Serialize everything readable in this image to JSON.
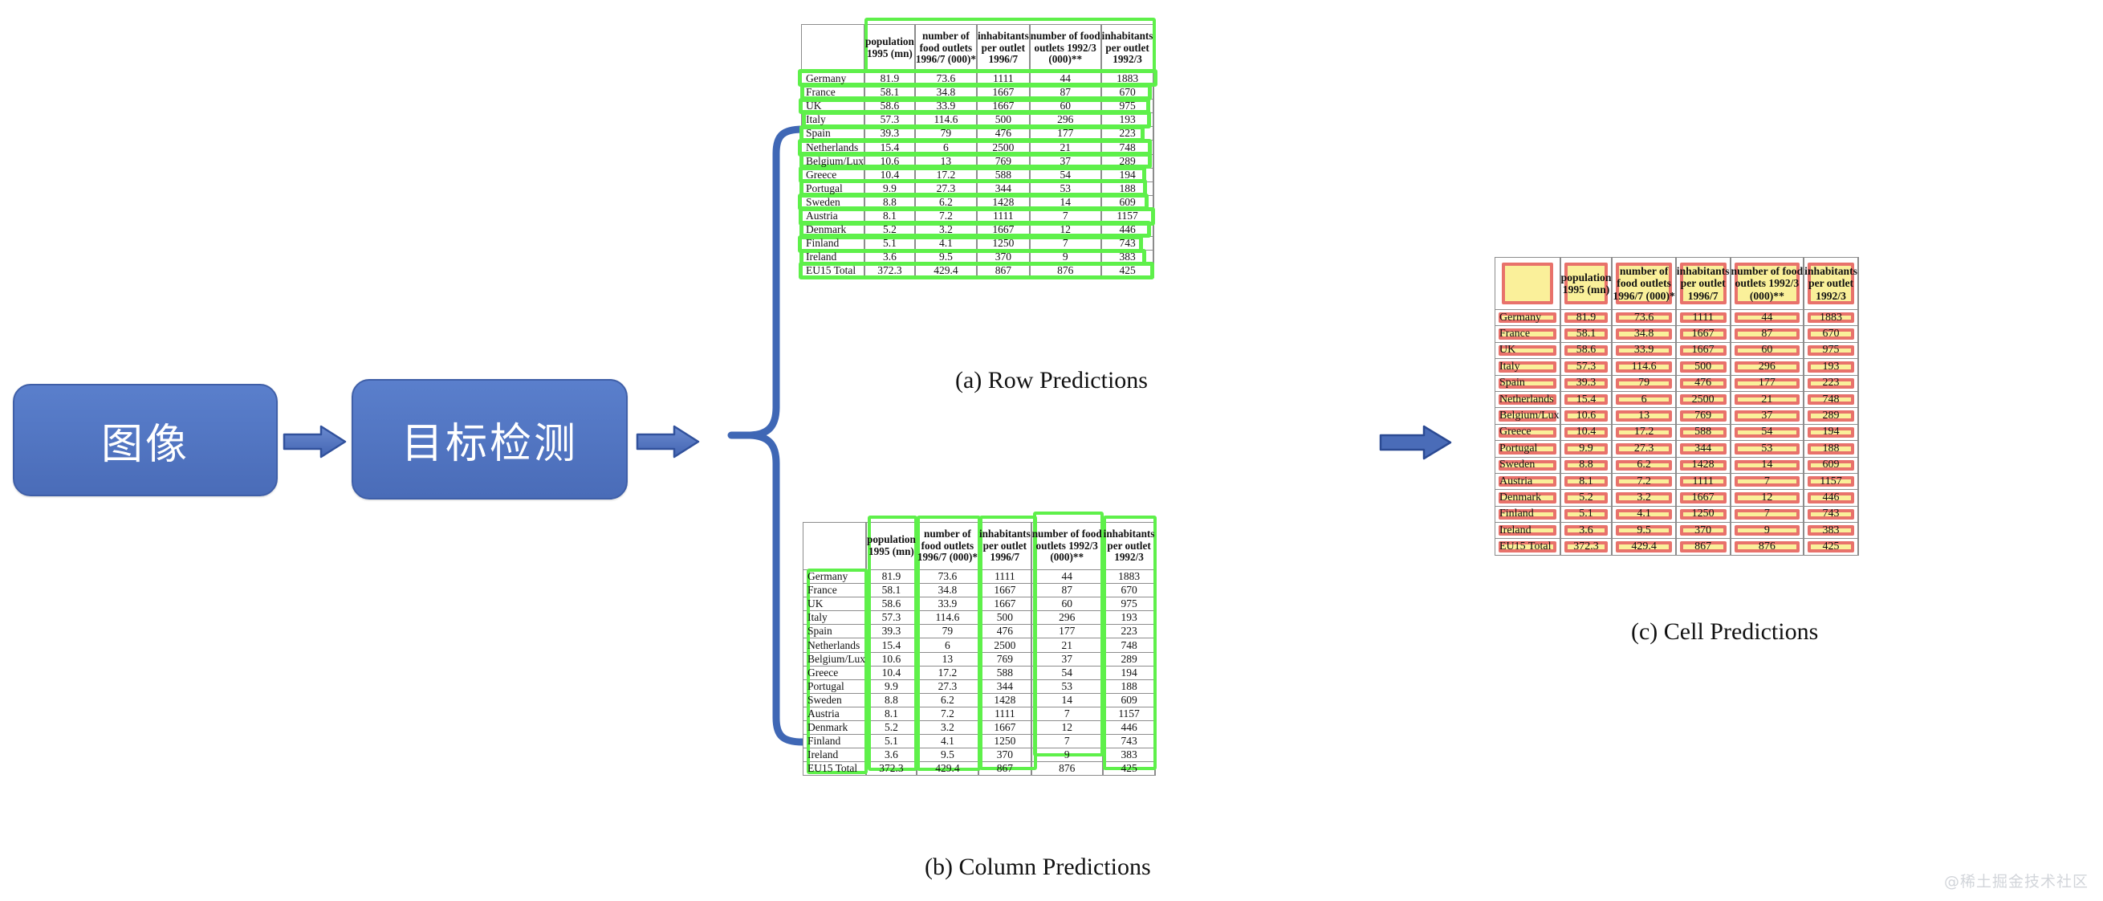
{
  "flow": {
    "boxes": [
      {
        "id": "image",
        "label": "图像"
      },
      {
        "id": "detect",
        "label": "目标检测"
      }
    ],
    "arrows": [
      "arrow-1",
      "arrow-2",
      "arrow-3"
    ],
    "bracket_name": "curly-brace-connector"
  },
  "captions": {
    "a": "(a) Row Predictions",
    "b": "(b) Column Predictions",
    "c": "(c) Cell Predictions"
  },
  "colors": {
    "box_fill": "#4a6cb8",
    "box_border": "#3f5fa8",
    "arrow_fill": "#4a6cb8",
    "row_box": "#5ef04a",
    "column_box": "#5ef04a",
    "cell_border": "#e8726b",
    "cell_fill": "#faf09a",
    "table_grid": "#8c8c8c"
  },
  "table": {
    "corner": "",
    "headers": [
      "population\n1995 (mn)",
      "number of\nfood outlets\n1996/7 (000)*",
      "inhabitants\nper outlet\n1996/7",
      "number of food\noutlets 1992/3\n(000)**",
      "inhabitants\nper outlet\n1992/3"
    ],
    "header_lines": [
      [
        "population",
        "1995 (mn)",
        ""
      ],
      [
        "number of",
        "food outlets",
        "1996/7 (000)*"
      ],
      [
        "inhabitants",
        "per outlet",
        "1996/7"
      ],
      [
        "number of food",
        "outlets 1992/3",
        "(000)**"
      ],
      [
        "inhabitants",
        "per outlet",
        "1992/3"
      ]
    ],
    "rows": [
      {
        "name": "Germany",
        "values": [
          "81.9",
          "73.6",
          "1111",
          "44",
          "1883"
        ]
      },
      {
        "name": "France",
        "values": [
          "58.1",
          "34.8",
          "1667",
          "87",
          "670"
        ]
      },
      {
        "name": "UK",
        "values": [
          "58.6",
          "33.9",
          "1667",
          "60",
          "975"
        ]
      },
      {
        "name": "Italy",
        "values": [
          "57.3",
          "114.6",
          "500",
          "296",
          "193"
        ]
      },
      {
        "name": "Spain",
        "values": [
          "39.3",
          "79",
          "476",
          "177",
          "223"
        ]
      },
      {
        "name": "Netherlands",
        "values": [
          "15.4",
          "6",
          "2500",
          "21",
          "748"
        ]
      },
      {
        "name": "Belgium/Lux",
        "values": [
          "10.6",
          "13",
          "769",
          "37",
          "289"
        ]
      },
      {
        "name": "Greece",
        "values": [
          "10.4",
          "17.2",
          "588",
          "54",
          "194"
        ]
      },
      {
        "name": "Portugal",
        "values": [
          "9.9",
          "27.3",
          "344",
          "53",
          "188"
        ]
      },
      {
        "name": "Sweden",
        "values": [
          "8.8",
          "6.2",
          "1428",
          "14",
          "609"
        ]
      },
      {
        "name": "Austria",
        "values": [
          "8.1",
          "7.2",
          "1111",
          "7",
          "1157"
        ]
      },
      {
        "name": "Denmark",
        "values": [
          "5.2",
          "3.2",
          "1667",
          "12",
          "446"
        ]
      },
      {
        "name": "Finland",
        "values": [
          "5.1",
          "4.1",
          "1250",
          "7",
          "743"
        ]
      },
      {
        "name": "Ireland",
        "values": [
          "3.6",
          "9.5",
          "370",
          "9",
          "383"
        ]
      },
      {
        "name": "EU15 Total",
        "values": [
          "372.3",
          "429.4",
          "867",
          "876",
          "425"
        ]
      }
    ]
  },
  "watermark": "@稀土掘金技术社区"
}
